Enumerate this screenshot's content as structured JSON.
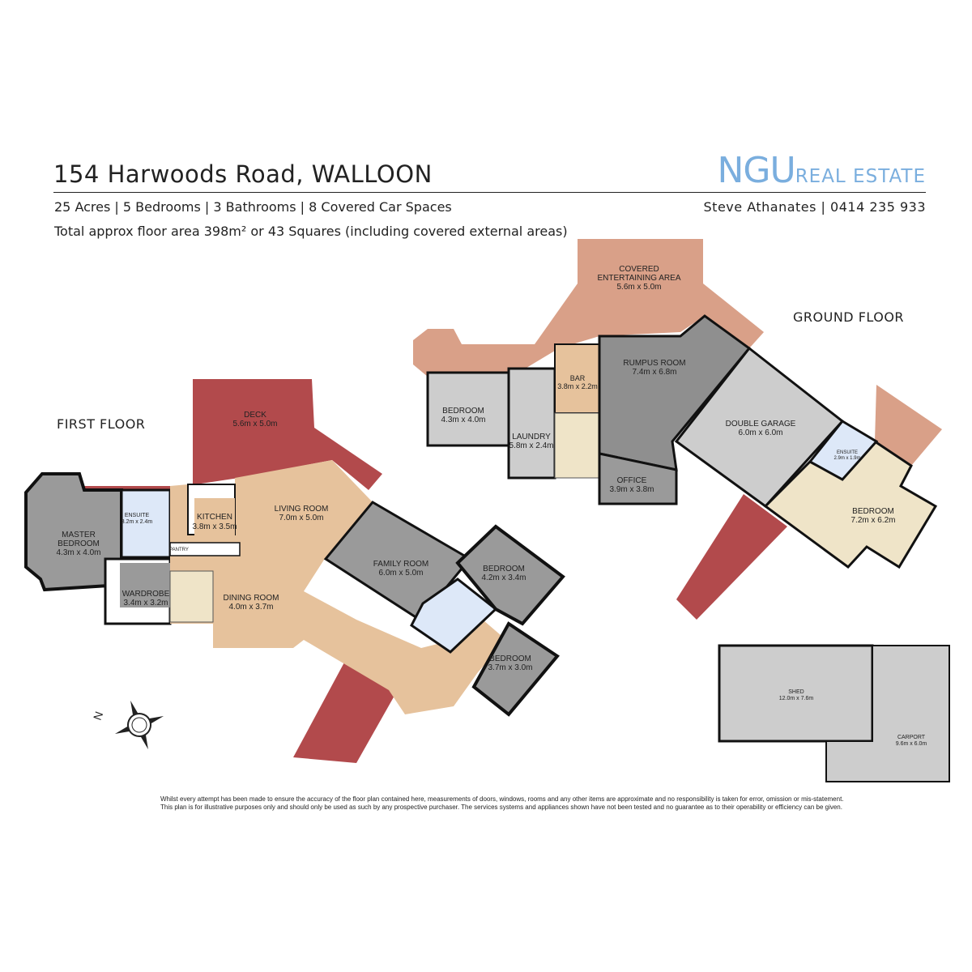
{
  "header": {
    "address": "154 Harwoods Road, WALLOON",
    "summary": "25 Acres | 5 Bedrooms | 3 Bathrooms | 8 Covered Car Spaces",
    "floor_area": "Total approx floor area 398m² or 43 Squares (including covered external areas)"
  },
  "logo": {
    "brand": "NGU",
    "tagline": "REAL ESTATE",
    "color": "#7aaede"
  },
  "agent": "Steve Athanates | 0414 235 933",
  "first_floor": {
    "label": "FIRST FLOOR",
    "rooms": {
      "deck": {
        "name": "DECK",
        "size": "5.6m x 5.0m"
      },
      "master": {
        "name1": "MASTER",
        "name2": "BEDROOM",
        "size": "4.3m x 4.0m"
      },
      "ensuite": {
        "name": "ENSUITE",
        "size": "3.2m x 2.4m"
      },
      "kitchen": {
        "name": "KITCHEN",
        "size": "3.8m x 3.5m"
      },
      "pantry": {
        "name": "PANTRY"
      },
      "living": {
        "name": "LIVING ROOM",
        "size": "7.0m x 5.0m"
      },
      "wardrobe": {
        "name": "WARDROBE",
        "size": "3.4m x 3.2m"
      },
      "dining": {
        "name": "DINING ROOM",
        "size": "4.0m x 3.7m"
      },
      "family": {
        "name": "FAMILY ROOM",
        "size": "6.0m x 5.0m"
      },
      "bedroom1": {
        "name": "BEDROOM",
        "size": "4.2m x 3.4m"
      },
      "bedroom2": {
        "name": "BEDROOM",
        "size": "3.7m x 3.0m"
      }
    }
  },
  "ground_floor": {
    "label": "GROUND FLOOR",
    "rooms": {
      "covered": {
        "name1": "COVERED",
        "name2": "ENTERTAINING AREA",
        "size": "5.6m x 5.0m"
      },
      "bedroom": {
        "name": "BEDROOM",
        "size": "4.3m x 4.0m"
      },
      "laundry": {
        "name": "LAUNDRY",
        "size": "5.8m x 2.4m"
      },
      "bar": {
        "name": "BAR",
        "size": "3.8m x 2.2m"
      },
      "rumpus": {
        "name": "RUMPUS ROOM",
        "size": "7.4m x 6.8m"
      },
      "office": {
        "name": "OFFICE",
        "size": "3.9m x 3.8m"
      },
      "garage": {
        "name": "DOUBLE GARAGE",
        "size": "6.0m x 6.0m"
      },
      "ensuite": {
        "name": "ENSUITE",
        "size": "2.9m x 1.9m"
      },
      "bedroom2": {
        "name": "BEDROOM",
        "size": "7.2m x 6.2m"
      },
      "shed": {
        "name": "SHED",
        "size": "12.0m x 7.6m"
      },
      "carport": {
        "name": "CARPORT",
        "size": "9.6m x 6.0m"
      }
    }
  },
  "compass": {
    "north": "N"
  },
  "colors": {
    "brick": "#b24a4c",
    "covered": "#d9a088",
    "wood": "#e6c29c",
    "room_gray": "#9a9a9a",
    "light_gray": "#cdcdcd",
    "bath": "#dde8f8",
    "beige": "#efe4c8"
  },
  "disclaimer": {
    "line1": "Whilst every attempt has been made to ensure the accuracy of the floor plan contained here, measurements of doors, windows, rooms and any other items are approximate and no responsibility is taken for error, omission or mis-statement.",
    "line2": "This plan is for illustrative purposes only and should only be used as such by any prospective purchaser. The services systems and appliances shown have not been tested and no guarantee as to their operability or efficiency can be given."
  }
}
